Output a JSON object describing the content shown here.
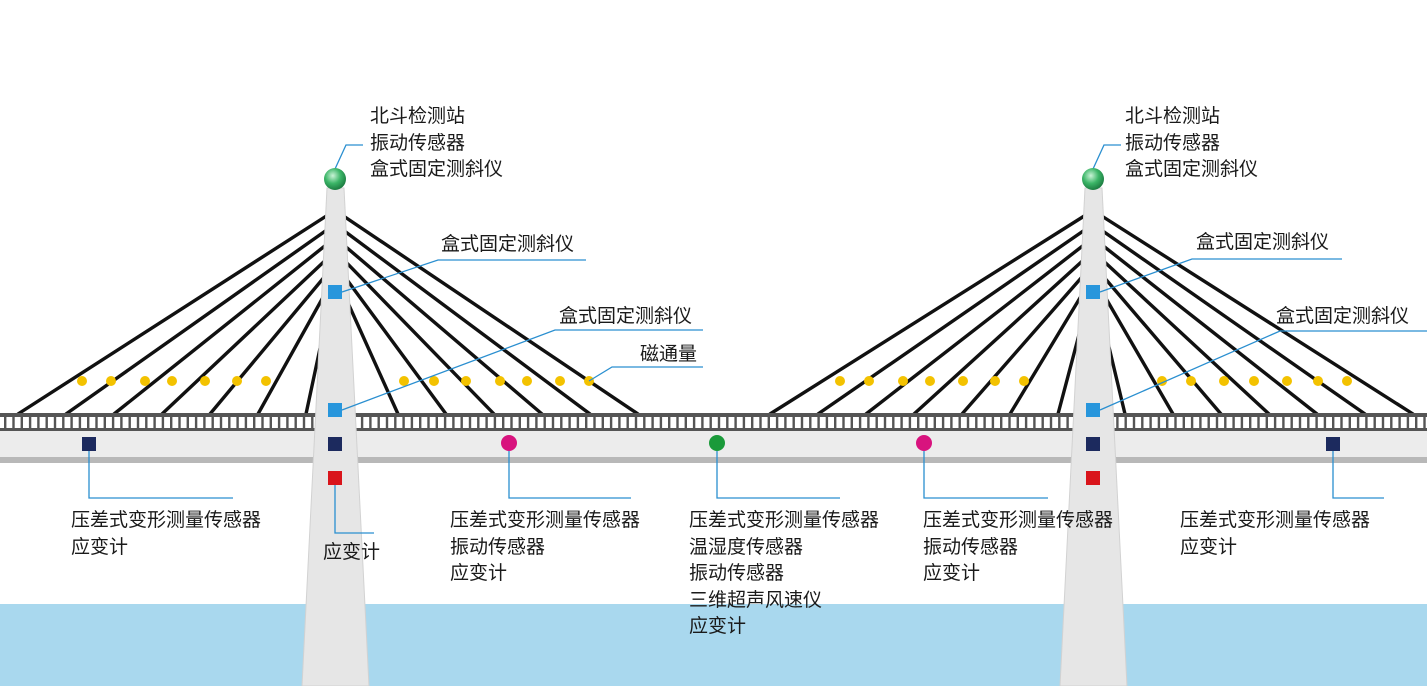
{
  "colors": {
    "water": "#a9d8ee",
    "tower": "#e6e6e6",
    "tower_edge": "#d2d2d2",
    "deck": "#ececec",
    "deck_shadow": "#b8b8b8",
    "railing": "#555555",
    "cable": "#111111",
    "leader": "#2a8fd0",
    "gnss": "#2fa85a",
    "inclinometer": "#2896dc",
    "navy_sensor": "#1c2a5e",
    "red_sensor": "#d9141b",
    "magenta_sensor": "#d8137e",
    "green_sensor": "#1a9a3a",
    "magnetic_flux": "#f3c200"
  },
  "labels": {
    "tower_top_left": [
      "北斗检测站",
      "振动传感器",
      "盒式固定测斜仪"
    ],
    "tower_top_right": [
      "北斗检测站",
      "振动传感器",
      "盒式固定测斜仪"
    ],
    "tower_mid_left": [
      "盒式固定测斜仪"
    ],
    "tower_mid_right": [
      "盒式固定测斜仪"
    ],
    "tower_low_left": [
      "盒式固定测斜仪"
    ],
    "tower_low_right": [
      "盒式固定测斜仪"
    ],
    "cable_flux": [
      "磁通量"
    ],
    "deck_far_left": [
      "压差式变形测量传感器",
      "应变计"
    ],
    "tower_base_left": [
      "应变计"
    ],
    "deck_left_mid": [
      "压差式变形测量传感器",
      "振动传感器",
      "应变计"
    ],
    "deck_center": [
      "压差式变形测量传感器",
      "温湿度传感器",
      "振动传感器",
      "三维超声风速仪",
      "应变计"
    ],
    "deck_right_mid": [
      "压差式变形测量传感器",
      "振动传感器",
      "应变计"
    ],
    "deck_far_right": [
      "压差式变形测量传感器",
      "应变计"
    ]
  }
}
